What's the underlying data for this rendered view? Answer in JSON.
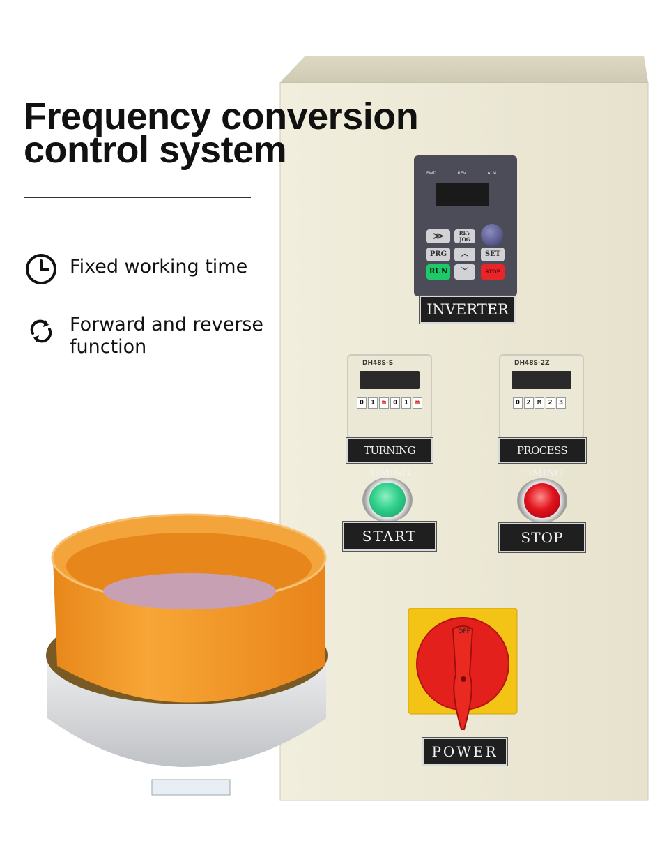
{
  "heading": {
    "line1": "Frequency conversion",
    "line2": "control system"
  },
  "features": [
    {
      "icon": "clock-icon",
      "text": "Fixed working time"
    },
    {
      "icon": "rotate-arrows-icon",
      "line1": "Forward and reverse",
      "line2": "function"
    }
  ],
  "panel": {
    "inverter": {
      "indicators": [
        "FWD",
        "REV",
        "ALM"
      ],
      "keys": {
        "shift": "≫",
        "rev_jog_1": "REV",
        "rev_jog_2": "JOG",
        "prg": "PRG",
        "up": "︿",
        "set": "SET",
        "run": "RUN",
        "down": "﹀",
        "stop": "STOP"
      },
      "label": "INVERTER"
    },
    "timers": [
      {
        "model": "DH48S-S",
        "digits": [
          "0",
          "1",
          "m",
          "0",
          "1",
          "m"
        ],
        "label": "TURNING TIMING"
      },
      {
        "model": "DH48S-2Z",
        "digits": [
          "0",
          "2",
          "M",
          "2",
          "3"
        ],
        "label": "PROCESS TIMING"
      }
    ],
    "start_label": "START",
    "stop_label": "STOP",
    "power_label": "POWER",
    "switch_text": "OFF"
  },
  "colors": {
    "cabinet": "#ebe8d6",
    "start_button": "#2fcf8a",
    "stop_button": "#e0141c",
    "switch_base": "#f3c416",
    "switch_knob": "#e3201b",
    "bowl_orange": "#f39a24"
  }
}
